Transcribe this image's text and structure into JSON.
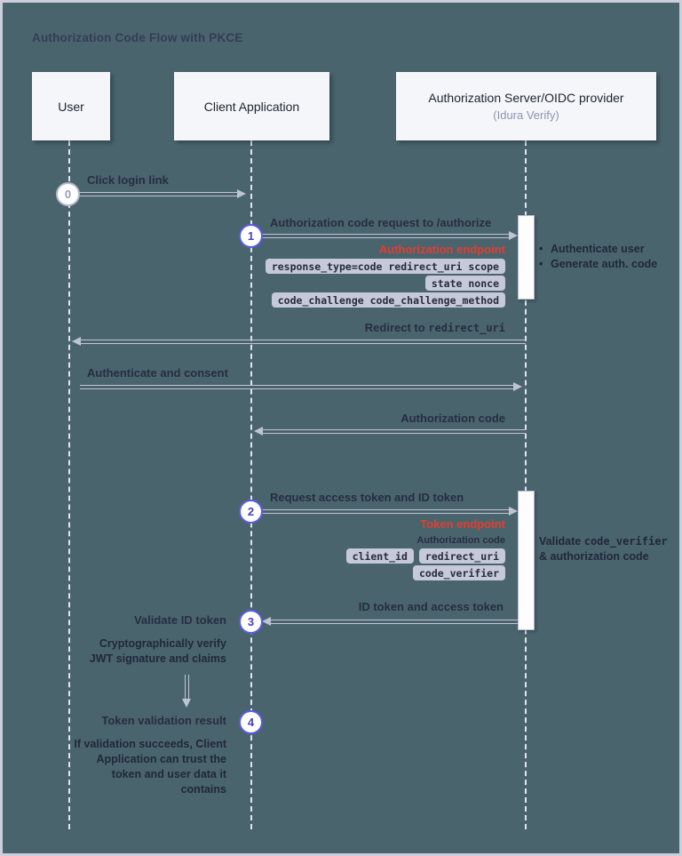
{
  "page": {
    "title": "Authorization Code Flow with PKCE"
  },
  "actors": [
    {
      "name": "User"
    },
    {
      "name": "Client Application"
    },
    {
      "name": "Authorization Server/OIDC provider",
      "subtitle": "(Idura Verify)"
    }
  ],
  "steps": [
    "0",
    "1",
    "2",
    "3",
    "4"
  ],
  "messages": {
    "click_login": "Click login link",
    "auth_code_request": "Authorization code request to /authorize",
    "redirect_prefix": "Redirect to ",
    "redirect_code": "redirect_uri",
    "authenticate_consent": "Authenticate and consent",
    "authorization_code": "Authorization code",
    "request_tokens": "Request access token and ID token",
    "id_and_access_token": "ID token and access token",
    "validate_id_token": "Validate ID token",
    "token_validation_result": "Token validation result"
  },
  "endpoints": {
    "authorization": "Authorization endpoint",
    "token": "Token endpoint"
  },
  "auth_request_params": [
    "response_type=code redirect_uri scope",
    "state nonce",
    "code_challenge code_challenge_method"
  ],
  "token_request": {
    "caption": "Authorization code",
    "param_client_id": "client_id",
    "param_redirect_uri": "redirect_uri",
    "param_code_verifier": "code_verifier"
  },
  "notes": {
    "bullet": "•",
    "server_auth": [
      "Authenticate user",
      "Generate auth. code"
    ],
    "server_validate_prefix": "Validate ",
    "server_validate_code": "code_verifier",
    "server_validate_line2": "& authorization code",
    "jwt_verify": [
      "Cryptographically verify",
      "JWT signature and claims"
    ],
    "validation_result": [
      "If validation succeeds, Client",
      "Application can trust the",
      "token and user data it",
      "contains"
    ]
  },
  "colors": {
    "background": "#4a646d",
    "frame_border": "#cbcedb",
    "actor_box": "#f5f6fa",
    "endpoint_red": "#e33d30",
    "step_purple": "#5a5be8",
    "pill_background": "#c6c9da",
    "arrow": "#bfc3d6",
    "dark_text": "#262d41"
  }
}
